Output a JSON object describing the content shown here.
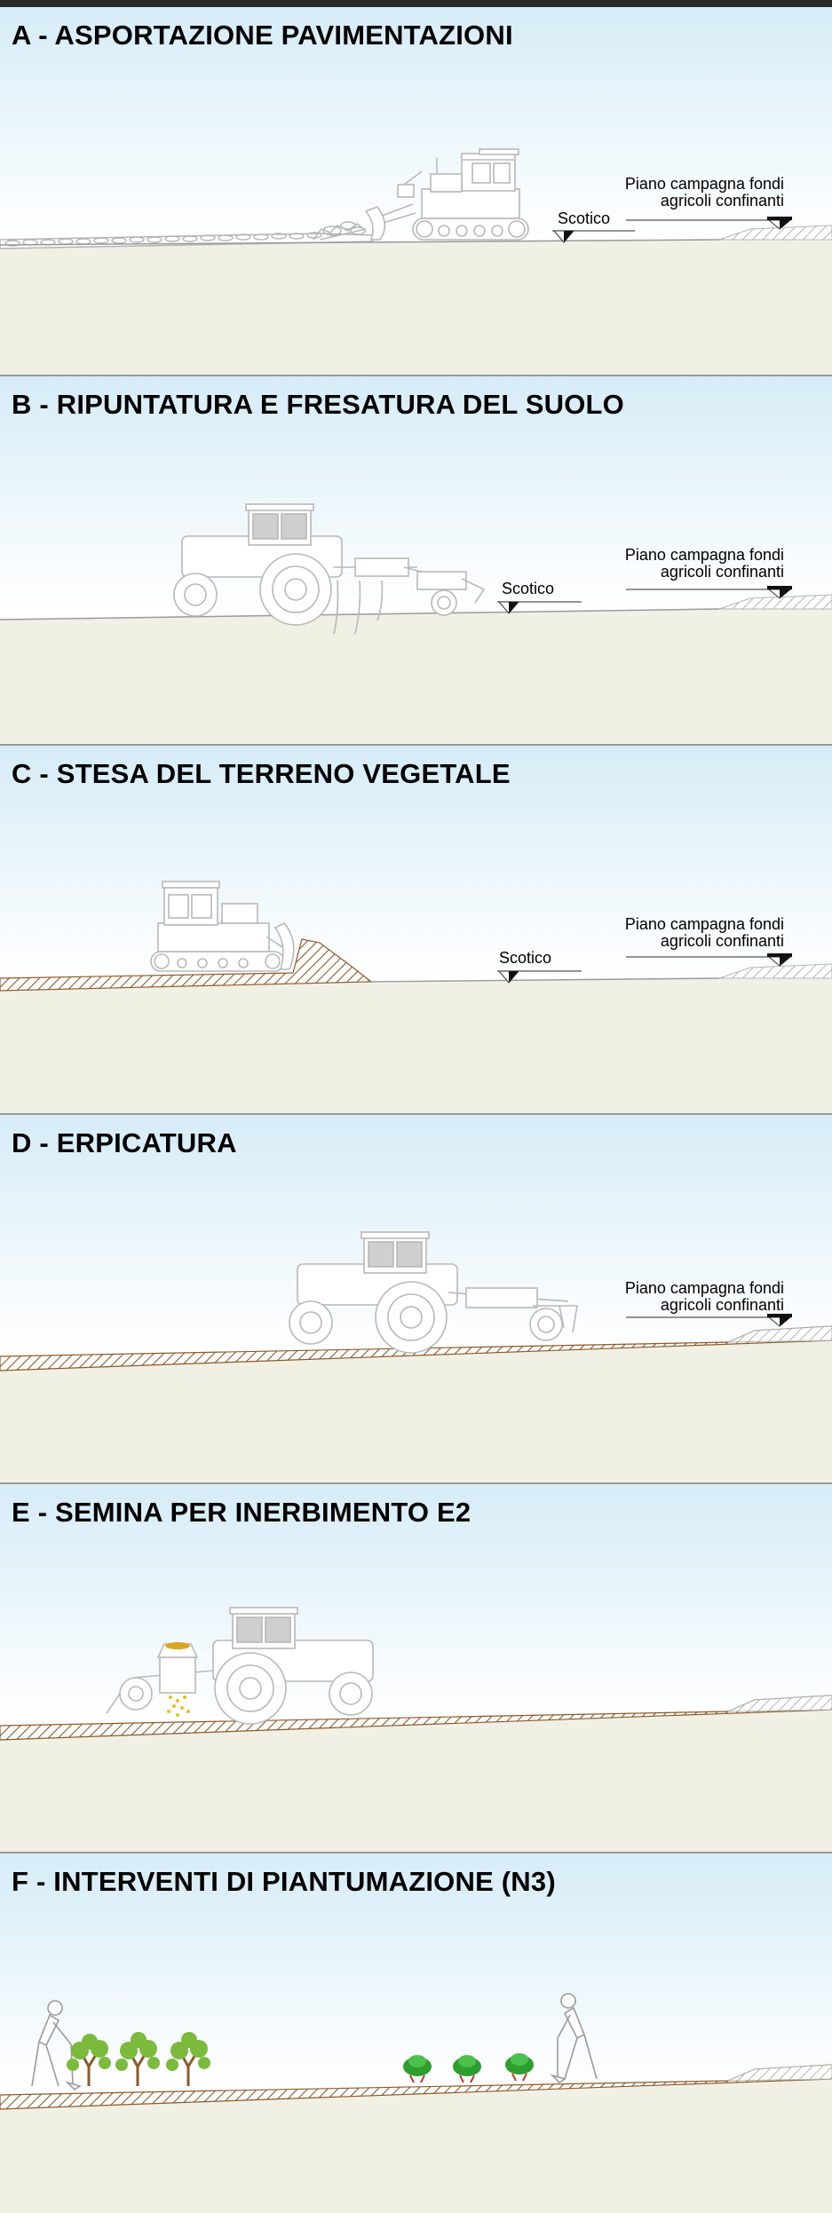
{
  "panels": [
    {
      "title": "A - ASPORTAZIONE PAVIMENTAZIONI",
      "scotico": "Scotico",
      "piano_line1": "Piano campagna fondi",
      "piano_line2": "agricoli confinanti"
    },
    {
      "title": "B - RIPUNTATURA E FRESATURA DEL SUOLO",
      "scotico": "Scotico",
      "piano_line1": "Piano campagna fondi",
      "piano_line2": "agricoli confinanti"
    },
    {
      "title": "C - STESA DEL TERRENO VEGETALE",
      "scotico": "Scotico",
      "piano_line1": "Piano campagna fondi",
      "piano_line2": "agricoli confinanti"
    },
    {
      "title": "D - ERPICATURA",
      "piano_line1": "Piano campagna fondi",
      "piano_line2": "agricoli confinanti"
    },
    {
      "title": "E - SEMINA PER INERBIMENTO  E2"
    },
    {
      "title": "F - INTERVENTI DI PIANTUMAZIONE (N3)"
    }
  ],
  "colors": {
    "sky_top": "#d6ecf7",
    "sky_bottom": "#ffffff",
    "ground": "#f1f0e4",
    "hatch_soil": "#8b5a2b",
    "hatch_grey": "#b4b4b4",
    "machine_line": "#b8b8b8"
  }
}
